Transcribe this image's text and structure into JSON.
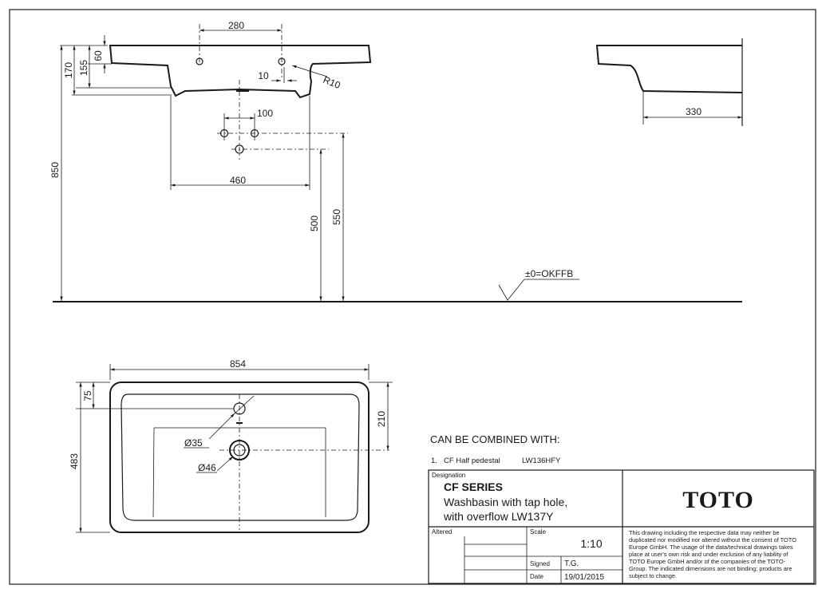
{
  "dimensions": {
    "d280": "280",
    "d10": "10",
    "r10": "R10",
    "d60": "60",
    "d155": "155",
    "d170": "170",
    "d850": "850",
    "d100": "100",
    "d460": "460",
    "d500": "500",
    "d550": "550",
    "d330": "330",
    "okffb": "±0=OKFFB",
    "d854": "854",
    "d75": "75",
    "d483": "483",
    "d210": "210",
    "dia35": "Ø35",
    "dia46": "Ø46"
  },
  "combined": {
    "heading": "CAN BE COMBINED WITH:",
    "item_number": "1.",
    "item_name": "CF Half pedestal",
    "item_code": "LW136HFY"
  },
  "title_block": {
    "designation_label": "Designation",
    "series": "CF SERIES",
    "description_line1": "Washbasin with tap hole,",
    "description_line2": "with overflow LW137Y",
    "brand": "TOTO",
    "altered_label": "Altered",
    "scale_label": "Scale",
    "scale_value": "1:10",
    "signed_label": "Signed",
    "signed_value": "T.G.",
    "date_label": "Date",
    "date_value": "19/01/2015",
    "disclaimer_lines": [
      "This drawing including the respective data may neither be",
      "duplicated nor modified nor altered without the consent of TOTO",
      "Europe GmbH. The usage of the data/technical drawings takes",
      "place at user's own risk and under exclusion of any liability of",
      "TOTO Europe GmbH and/or of the companies of the TOTO-",
      "Group. The indicated dimensions are not binding; products are",
      "subject to change."
    ]
  }
}
